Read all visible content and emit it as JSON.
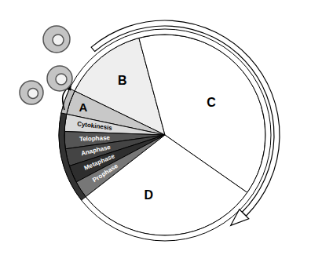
{
  "diagram": {
    "nodes": [
      {
        "text": [
          "B"
        ]
      },
      {
        "text": [
          "C"
        ]
      },
      {
        "text": [
          "A"
        ]
      },
      {
        "text": [
          "Cytokinesis"
        ]
      },
      {
        "text": [
          "Telophase"
        ]
      },
      {
        "text": [
          "Anaphase"
        ]
      },
      {
        "text": [
          "Metaphase"
        ]
      },
      {
        "text": [
          "Prophase"
        ]
      },
      {
        "text": [
          "D"
        ]
      }
    ]
  }
}
